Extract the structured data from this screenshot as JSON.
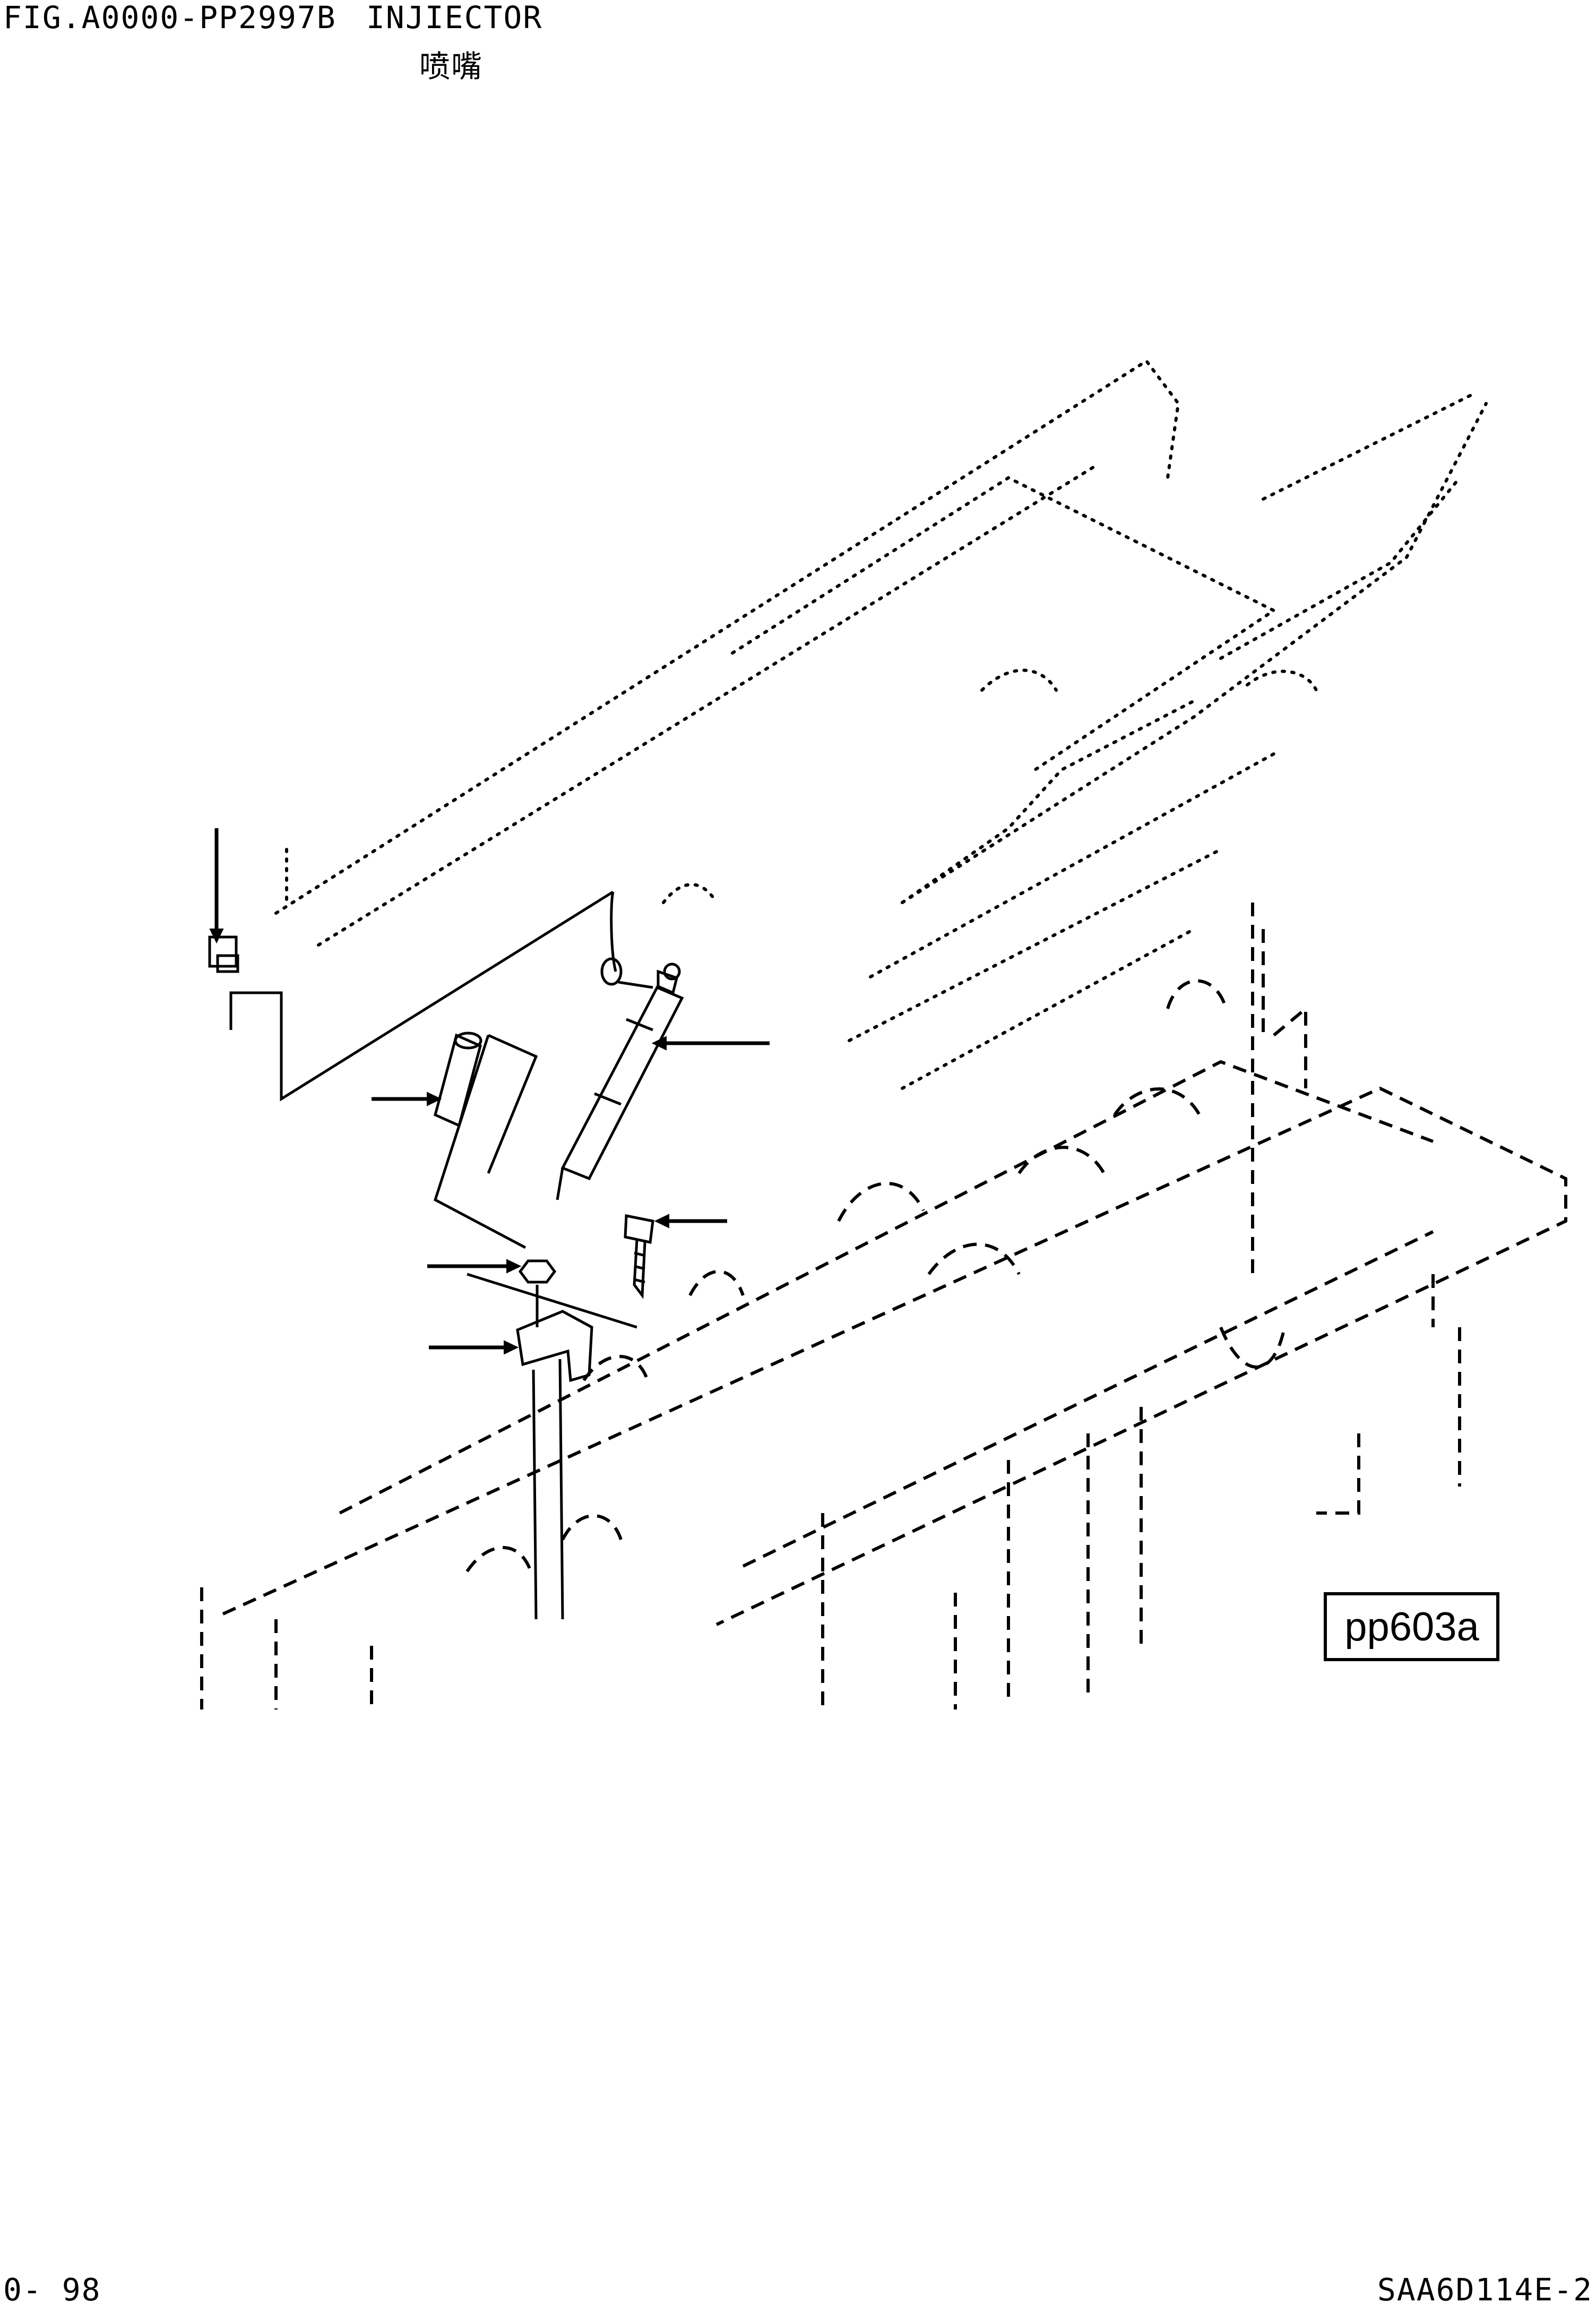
{
  "header": {
    "fig_code": "FIG.A0000-PP2997B",
    "title": "INJIECTOR",
    "subtitle": "喷嘴"
  },
  "diagram": {
    "ref_label": "pp603a",
    "callout_count": 6
  },
  "footer": {
    "page_number": "0- 98",
    "model_code": "SAA6D114E-2"
  },
  "colors": {
    "ink": "#000000",
    "paper": "#ffffff"
  }
}
